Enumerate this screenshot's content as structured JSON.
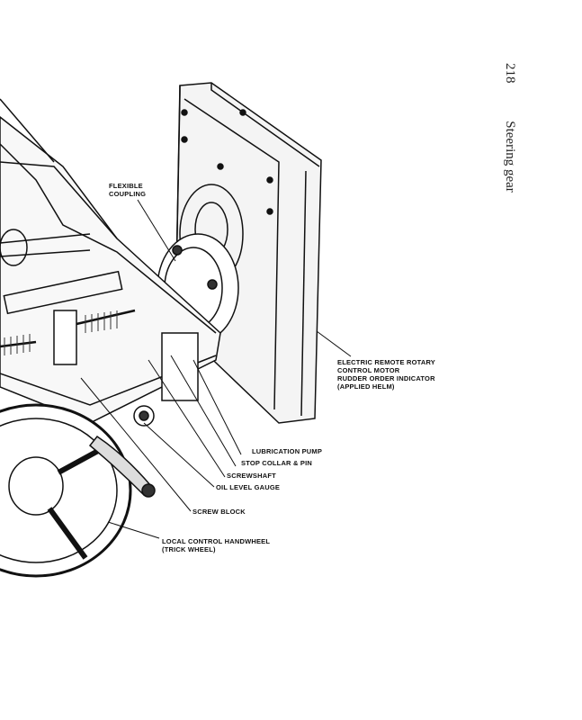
{
  "header": {
    "page_number": "218",
    "running_title": "Steering gear"
  },
  "labels": {
    "flexible_coupling": [
      "FLEXIBLE",
      "COUPLING"
    ],
    "motor": [
      "ELECTRIC REMOTE ROTARY",
      "CONTROL MOTOR",
      "RUDDER ORDER INDICATOR",
      "(APPLIED HELM)"
    ],
    "lubrication_pump": "LUBRICATION PUMP",
    "stop_collar": "STOP COLLAR & PIN",
    "screwshaft": "SCREWSHAFT",
    "oil_level_gauge": "OIL LEVEL GAUGE",
    "screw_block": "SCREW BLOCK",
    "handwheel": [
      "LOCAL CONTROL HANDWHEEL",
      "(TRICK WHEEL)"
    ]
  }
}
